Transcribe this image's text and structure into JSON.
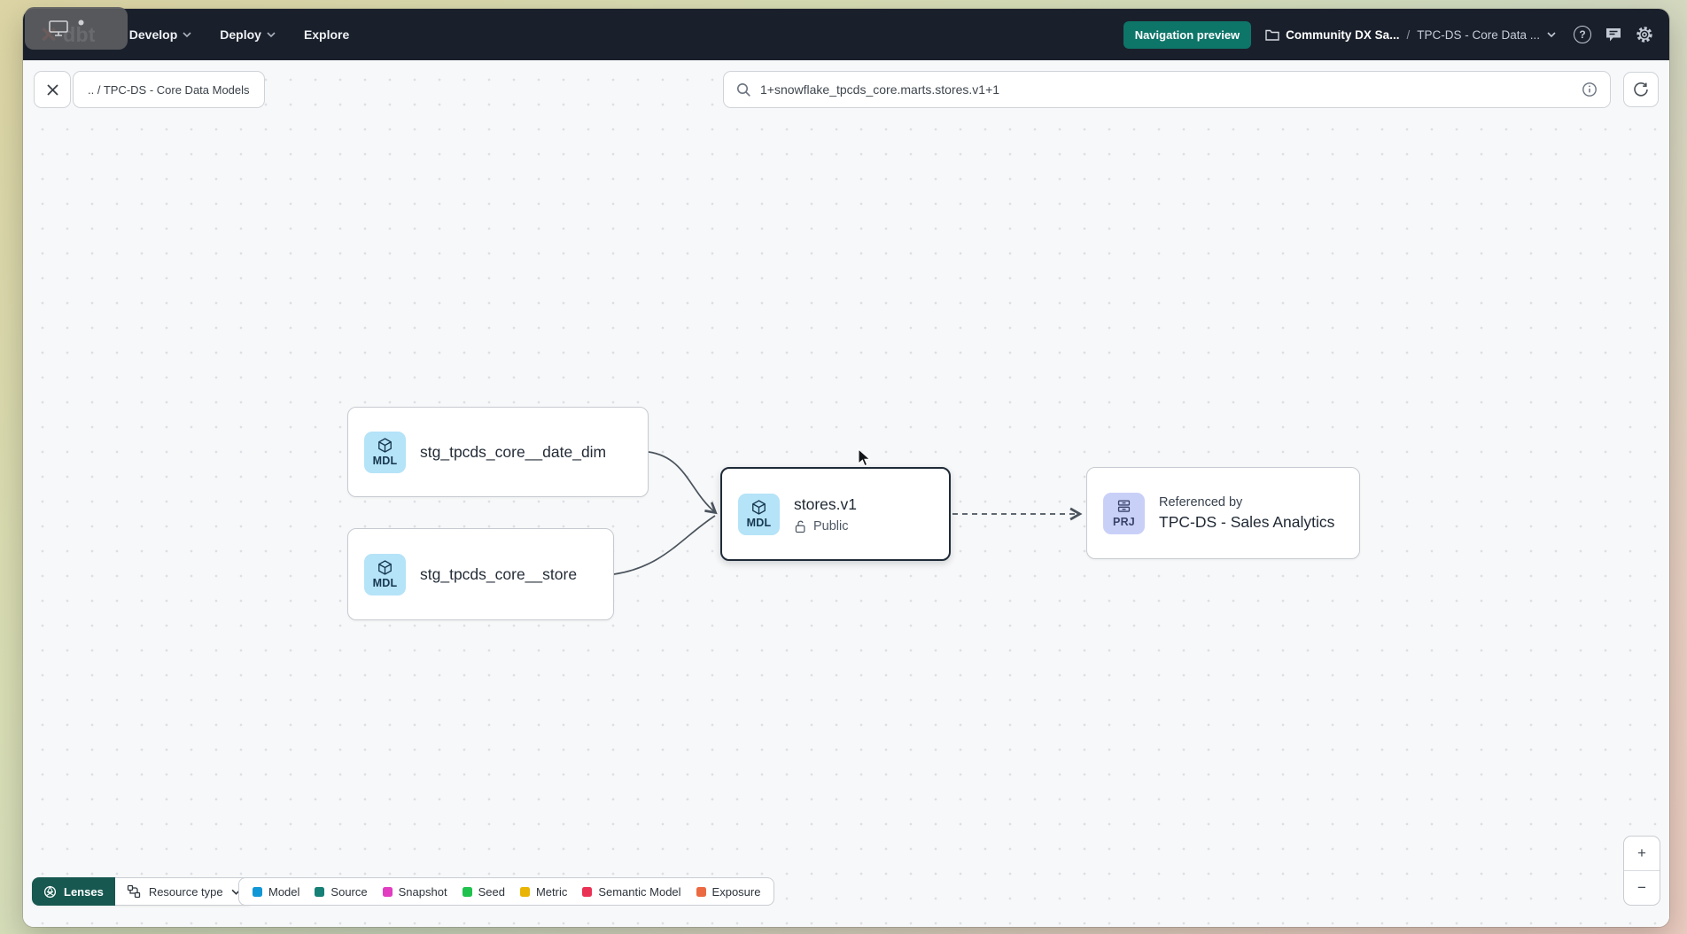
{
  "navbar": {
    "logo_text": "dbt",
    "menu": [
      {
        "label": "Develop"
      },
      {
        "label": "Deploy"
      },
      {
        "label": "Explore"
      }
    ],
    "preview_badge": "Navigation preview",
    "breadcrumb": {
      "project": "Community DX Sa...",
      "separator": "/",
      "page": "TPC-DS - Core Data ..."
    }
  },
  "toolbar": {
    "path_chip": ".. / TPC-DS - Core Data Models",
    "search": {
      "value": "1+snowflake_tpcds_core.marts.stores.v1+1"
    }
  },
  "graph": {
    "nodes": [
      {
        "badge": "MDL",
        "label": "stg_tpcds_core__date_dim"
      },
      {
        "badge": "MDL",
        "label": "stg_tpcds_core__store"
      },
      {
        "badge": "MDL",
        "label": "stores.v1",
        "access": "Public",
        "selected": true
      },
      {
        "badge": "PRJ",
        "kicker": "Referenced by",
        "label": "TPC-DS - Sales Analytics"
      }
    ]
  },
  "legend": {
    "lenses": "Lenses",
    "resource_type": "Resource type",
    "items": [
      {
        "label": "Model",
        "color": "#1197d6"
      },
      {
        "label": "Source",
        "color": "#167f76"
      },
      {
        "label": "Snapshot",
        "color": "#e23cc1"
      },
      {
        "label": "Seed",
        "color": "#1fc24d"
      },
      {
        "label": "Metric",
        "color": "#e9b404"
      },
      {
        "label": "Semantic Model",
        "color": "#ea3254"
      },
      {
        "label": "Exposure",
        "color": "#eb6a42"
      }
    ]
  },
  "zoom_controls": {
    "zoom_in": "+",
    "zoom_out": "−"
  },
  "colors": {
    "navbar_bg": "#1a202b",
    "accent_teal": "#0e7569",
    "logo_orange": "#ff4f1f",
    "model_badge_bg": "#b5e3f8",
    "project_badge_bg": "#c9d0f8",
    "selected_border": "#1f2b38",
    "edge": "#4b545e"
  }
}
